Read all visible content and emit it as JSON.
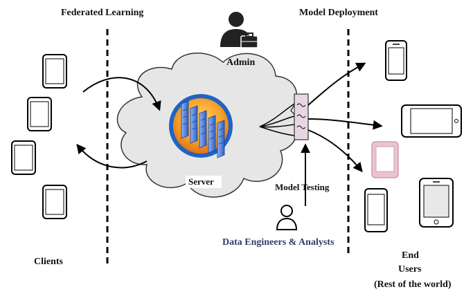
{
  "labels": {
    "federated_learning": "Federated Learning",
    "model_deployment": "Model Deployment",
    "admin": "Admin",
    "server": "Server",
    "model_testing": "Model Testing",
    "data_engineers": "Data Engineers & Analysts",
    "clients": "Clients",
    "end_users_1": "End",
    "end_users_2": "Users",
    "end_users_3": "(Rest of the world)"
  },
  "icons": {
    "admin": "admin-person-briefcase-icon",
    "server": "server-racks-icon",
    "filter": "filter-waves-icon",
    "engineer": "person-outline-icon",
    "client_device": "tablet-icon",
    "user_devices": [
      "phone-icon",
      "tablet-landscape-icon",
      "tablet-pink-icon",
      "phone-icon",
      "tablet-icon"
    ]
  },
  "colors": {
    "cloud_fill": "#e6e6e6",
    "cloud_stroke": "#333333",
    "server_ring": "#1f63c6",
    "server_orange": "#f39a2b",
    "server_rack": "#3a6fd1",
    "filter_fill": "#e8d6e3",
    "engineer_text": "#2e3d6b",
    "tablet_pink": "#ecc3cf"
  }
}
